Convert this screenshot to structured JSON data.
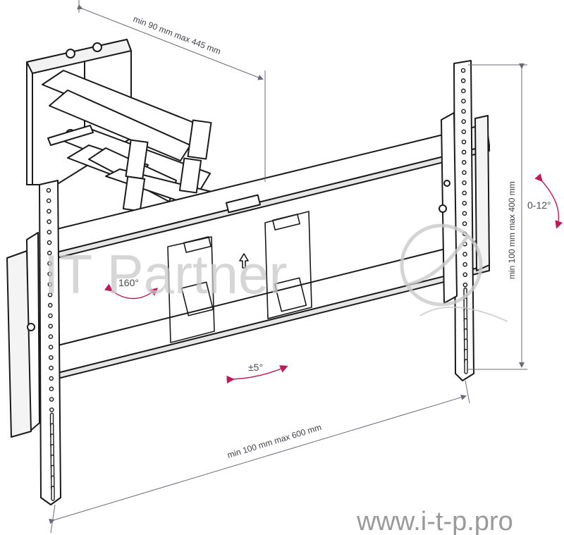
{
  "dimensions": {
    "arm_depth": "min 90 mm max 445 mm",
    "horizontal": "min 100 mm max 600 mm",
    "vertical": "min 100 mm max 400 mm"
  },
  "angles": {
    "tilt": "0-12°",
    "swivel": "160°",
    "level": "±5°"
  },
  "watermark": {
    "brand": "IT Partner",
    "url": "www.i-t-p.pro"
  },
  "colors": {
    "line": "#1a1a1a",
    "dimension_line": "#6a6a7a",
    "arrow_angle": "#c2185b",
    "watermark": "#c9c9c9"
  }
}
